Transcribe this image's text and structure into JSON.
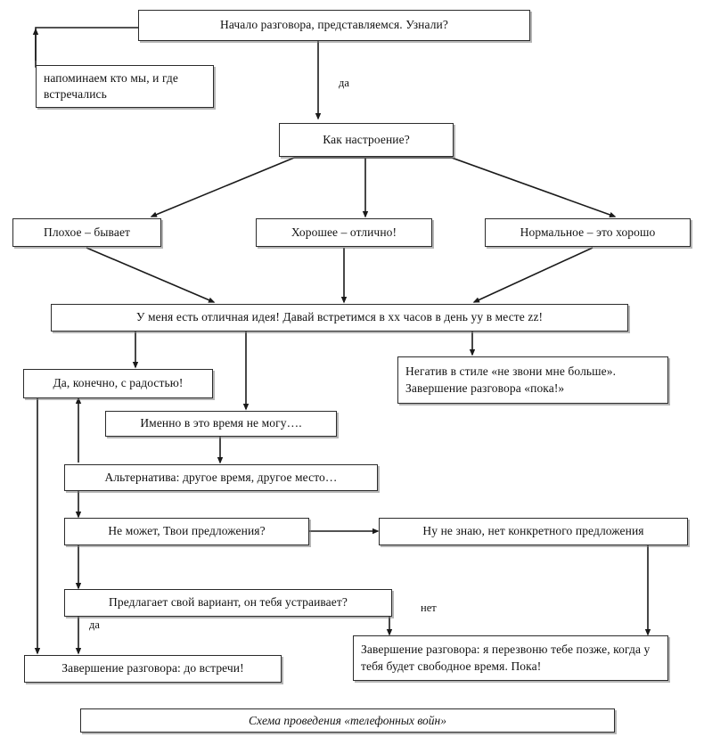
{
  "diagram": {
    "caption": "Схема проведения  «телефонных войн»",
    "nodes": {
      "start": "Начало разговора, представляемся.  Узнали?",
      "remind": "напоминаем кто мы,  и где встречались",
      "mood_question": "Как настроение?",
      "mood_bad": "Плохое – бывает",
      "mood_good": "Хорошее – отлично!",
      "mood_normal": "Нормальное – это хорошо",
      "proposal": "У меня есть отличная идея! Давай встретимся в xx часов в день yy в месте zz!",
      "negative": "Негатив в стиле «не звони мне больше». Завершение разговора «пока!»",
      "yes_gladly": "Да, конечно, с  радостью!",
      "cannot_now": "Именно в это время не могу….",
      "alternative": "Альтернатива: другое время, другое место…",
      "your_offers": "Не может, Твои предложения?",
      "dont_know": "Ну не знаю,  нет конкретного предложения",
      "own_variant": "Предлагает свой вариант, он тебя устраивает?",
      "end_see_you": "Завершение разговора: до встречи!",
      "end_call_later": "Завершение разговора: я перезвоню тебе позже, когда у тебя будет свободное время. Пока!"
    },
    "edge_labels": {
      "yes_top": "да",
      "yes_variant": "да",
      "no_variant": "нет"
    },
    "colors": {
      "border": "#2b2b2b",
      "line": "#1a1a1a",
      "background": "#ffffff",
      "text": "#111111"
    }
  }
}
